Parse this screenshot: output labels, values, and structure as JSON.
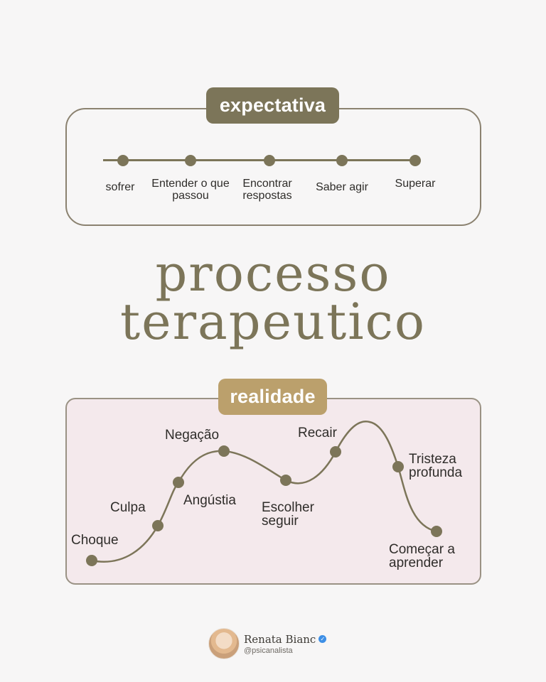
{
  "expectativa": {
    "label": "expectativa",
    "steps": [
      "sofrer",
      "Entender o que\npassou",
      "Encontrar\nrespostas",
      "Saber agir",
      "Superar"
    ]
  },
  "title": {
    "line1": "processo",
    "line2": "terapeutico"
  },
  "realidade": {
    "label": "realidade",
    "stages": [
      "Choque",
      "Culpa",
      "Angústia",
      "Negação",
      "Escolher\nseguir",
      "Recair",
      "Tristeza\nprofunda",
      "Começar a\naprender"
    ]
  },
  "author": {
    "name": "Renata Bianc",
    "handle": "@psicanalista"
  },
  "colors": {
    "accent": "#7c7559",
    "gold": "#bba06c",
    "panel_bg": "#f4e9ec",
    "verified": "#3d8fe6"
  }
}
